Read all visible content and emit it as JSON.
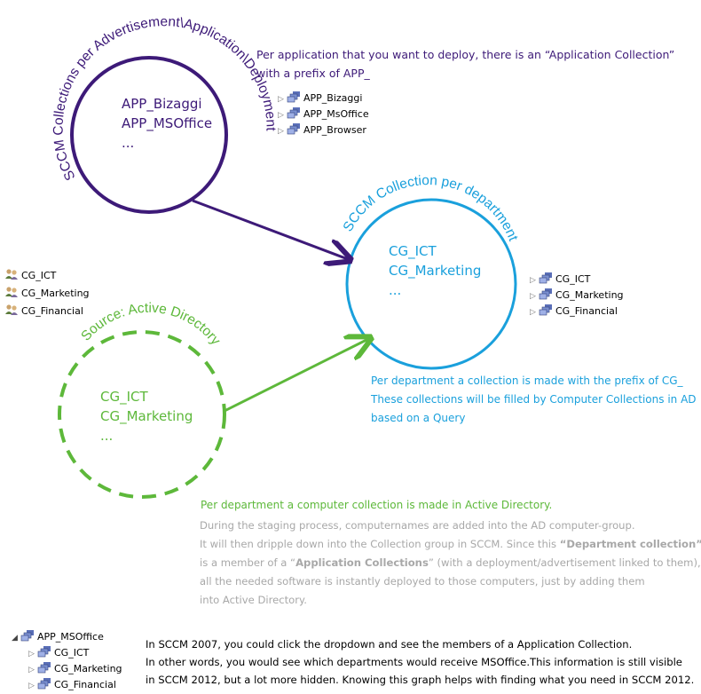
{
  "app_circle": {
    "arc_label": "SCCM Collections per Advertisement\\Application\\Deployment",
    "lines": [
      "APP_Bizaggi",
      "APP_MSOffice",
      "..."
    ]
  },
  "app_note": {
    "line1": "Per application that you want to deploy, there is an  “Application Collection”",
    "line2": "with a prefix of APP_"
  },
  "app_tree": [
    "APP_Bizaggi",
    "APP_MsOffice",
    "APP_Browser"
  ],
  "dept_circle": {
    "arc_label": "SCCM Collection per department",
    "lines": [
      "CG_ICT",
      "CG_Marketing",
      "..."
    ]
  },
  "dept_tree": [
    "CG_ICT",
    "CG_Marketing",
    "CG_Financial"
  ],
  "ad_tree": [
    "CG_ICT",
    "CG_Marketing",
    "CG_Financial"
  ],
  "ad_circle": {
    "arc_label": "Source: Active Directory",
    "lines": [
      "CG_ICT",
      "CG_Marketing",
      "..."
    ]
  },
  "dept_note": {
    "line1": "Per department a collection is made with the prefix of CG_",
    "line2": "These collections will be filled by Computer Collections in AD",
    "line3": "based on a Query"
  },
  "ad_note": {
    "line1": "Per department a computer collection is made in Active Directory."
  },
  "staging_note": {
    "line1": "During the staging process, computernames are added into the AD computer-group.",
    "line2a": "It will then dripple down into the Collection group in SCCM.  Since this  ",
    "line2b": "“Department collection”",
    "line3a": "is a member  of a  “",
    "line3b": "Application Collections",
    "line3c": "” (with a deployment/advertisement linked to them),",
    "line4": "all the needed software is instantly deployed to those computers, just by adding them",
    "line5": "into Active Directory."
  },
  "bottom_tree": {
    "root": "APP_MSOffice",
    "children": [
      "CG_ICT",
      "CG_Marketing",
      "CG_Financial"
    ]
  },
  "bottom_note": {
    "line1": "In SCCM 2007, you could click the dropdown and see the members of a Application Collection.",
    "line2": "In other words, you would see which departments would receive MSOffice.This information is still visible",
    "line3": "in SCCM 2012, but a lot more hidden.  Knowing this graph helps with finding what you need in SCCM 2012."
  },
  "colors": {
    "purple": "#3d1a78",
    "cyan": "#1aa0dc",
    "green": "#5db83a",
    "grey": "#a8a8a8"
  }
}
